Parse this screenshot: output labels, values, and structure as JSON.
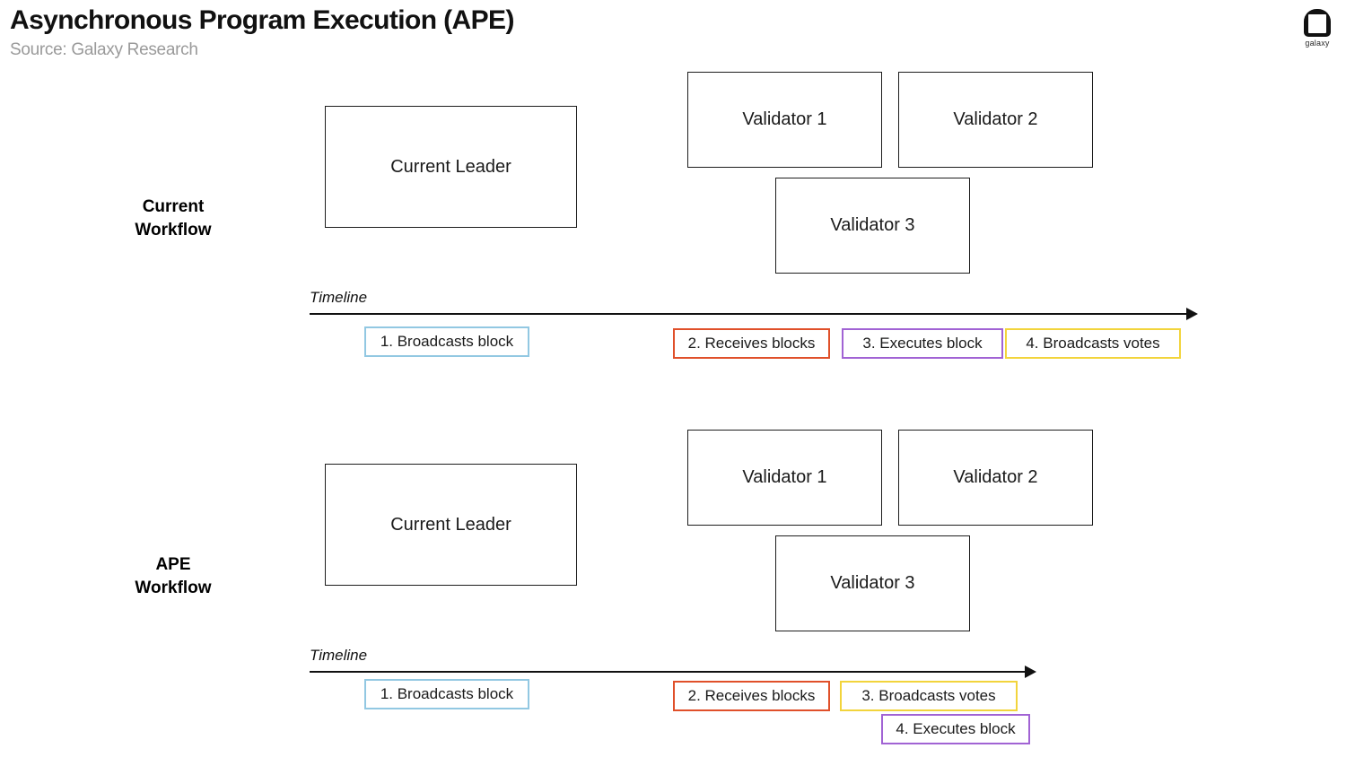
{
  "header": {
    "title": "Asynchronous Program Execution (APE)",
    "subtitle": "Source: Galaxy Research"
  },
  "logo": {
    "name": "galaxy-logo",
    "text": "galaxy"
  },
  "colors": {
    "blue": "#92c8e2",
    "red": "#e0502a",
    "purple": "#a163d4",
    "yellow": "#f2d43c",
    "black": "#1d1d1d"
  },
  "sections": [
    {
      "id": "current",
      "label_line1": "Current",
      "label_line2": "Workflow",
      "leader": {
        "label": "Current Leader"
      },
      "validators": [
        {
          "label": "Validator 1"
        },
        {
          "label": "Validator 2"
        },
        {
          "label": "Validator 3"
        }
      ],
      "timeline": {
        "label": "Timeline"
      },
      "steps": [
        {
          "label": "1. Broadcasts block",
          "color": "#92c8e2"
        },
        {
          "label": "2. Receives blocks",
          "color": "#e0502a"
        },
        {
          "label": "3. Executes block",
          "color": "#a163d4"
        },
        {
          "label": "4. Broadcasts votes",
          "color": "#f2d43c"
        }
      ]
    },
    {
      "id": "ape",
      "label_line1": "APE",
      "label_line2": "Workflow",
      "leader": {
        "label": "Current Leader"
      },
      "validators": [
        {
          "label": "Validator 1"
        },
        {
          "label": "Validator 2"
        },
        {
          "label": "Validator 3"
        }
      ],
      "timeline": {
        "label": "Timeline"
      },
      "steps": [
        {
          "label": "1. Broadcasts block",
          "color": "#92c8e2"
        },
        {
          "label": "2. Receives blocks",
          "color": "#e0502a"
        },
        {
          "label": "3. Broadcasts votes",
          "color": "#f2d43c"
        },
        {
          "label": "4. Executes block",
          "color": "#a163d4"
        }
      ]
    }
  ]
}
